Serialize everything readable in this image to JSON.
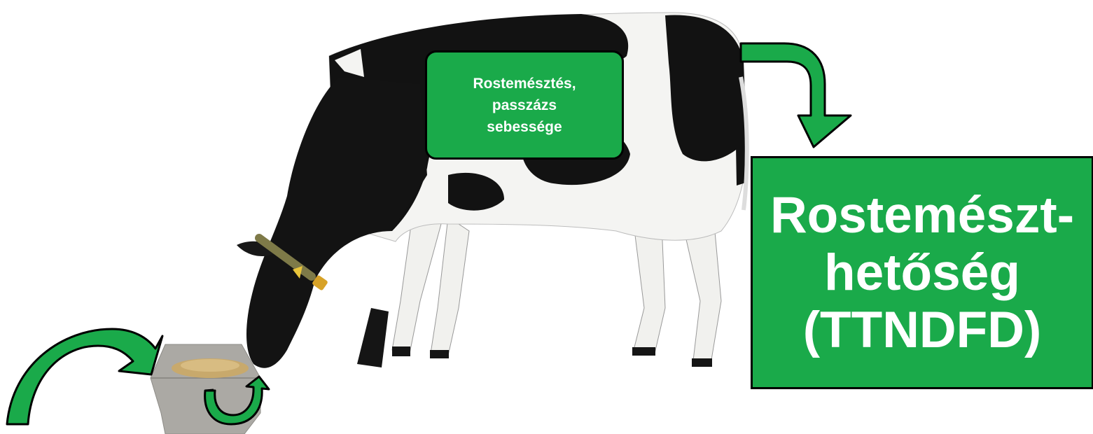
{
  "small_box": {
    "lines": [
      "Rostemésztés,",
      "passzázs",
      "sebessége"
    ]
  },
  "big_box": {
    "lines": [
      "Rostemészt-",
      "hetőség",
      "(TTNDFD)"
    ]
  },
  "colors": {
    "green": "#1aaa4a",
    "outline": "#000000",
    "cow_black": "#121212",
    "cow_white": "#f4f4f2",
    "feed_box": "#aaa8a3",
    "feed": "#c7a86a"
  }
}
